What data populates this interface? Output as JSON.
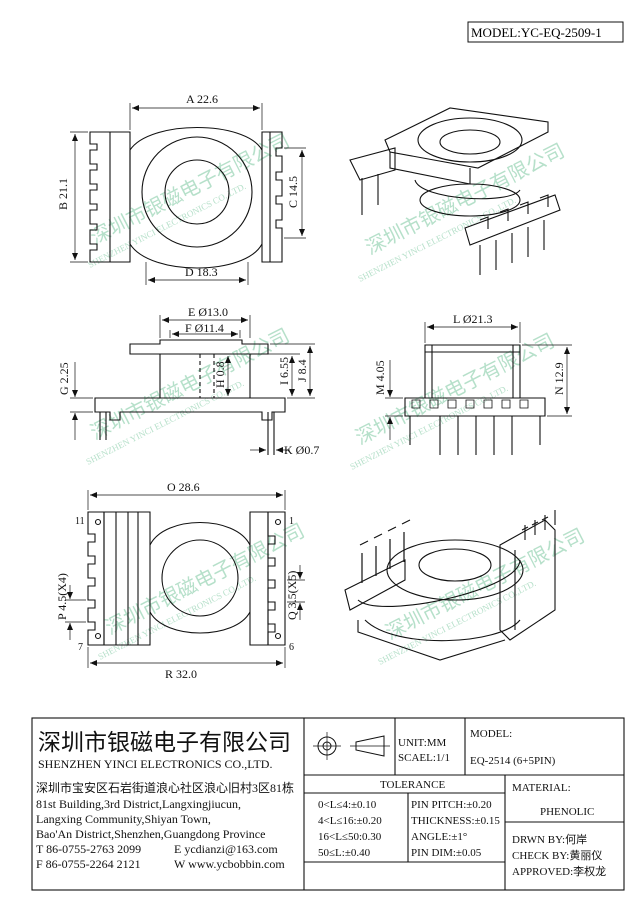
{
  "model_header": "MODEL:YC-EQ-2509-1",
  "watermark": {
    "cn": "深圳市银磁电子有限公司",
    "en": "SHENZHEN YINCI ELECTRONICS CO.,LTD."
  },
  "dimensions": {
    "A": "A 22.6",
    "B": "B 21.1",
    "C": "C 14.5",
    "D": "D 18.3",
    "E": "E Ø13.0",
    "F": "F Ø11.4",
    "G": "G 2.25",
    "H": "H 0.8",
    "I": "I 6.55",
    "J": "J 8.4",
    "K": "K Ø0.7",
    "L": "L Ø21.3",
    "M": "M 4.05",
    "N": "N 12.9",
    "O": "O 28.6",
    "P": "P 4.5(X4)",
    "Q": "Q 3.5(X5)",
    "R": "R 32.0"
  },
  "pin_labels": {
    "p11": "11",
    "p1": "1",
    "p7": "7",
    "p6": "6"
  },
  "title_block": {
    "company_cn": "深圳市银磁电子有限公司",
    "company_en": "SHENZHEN YINCI ELECTRONICS CO.,LTD.",
    "address_cn": "深圳市宝安区石岩街道浪心社区浪心旧村3区81栋",
    "address_en_1": "81st Building,3rd District,Langxingjiucun,",
    "address_en_2": "Langxing Community,Shiyan Town,",
    "address_en_3": "Bao'An District,Shenzhen,Guangdong Province",
    "tel": "T 86-0755-2763 2099",
    "email": "E ycdianzi@163.com",
    "fax": "F 86-0755-2264 2121",
    "web": "W www.ycbobbin.com",
    "unit": "UNIT:MM",
    "scale": "SCAEL:1/1",
    "model_label": "MODEL:",
    "model_value": "EQ-2514 (6+5PIN)",
    "tolerance_title": "TOLERANCE",
    "tolerances": [
      "0<L≤4:±0.10",
      "4<L≤16:±0.20",
      "16<L≤50:0.30",
      "50≤L:±0.40"
    ],
    "specs": [
      "PIN PITCH:±0.20",
      "THICKNESS:±0.15",
      "ANGLE:±1°",
      "PIN DIM:±0.05"
    ],
    "material_label": "MATERIAL:",
    "material_value": "PHENOLIC",
    "drawn_by": "DRWN BY:何岸",
    "check_by": "CHECK BY:黄丽仪",
    "approved": "APPROVED:李权龙"
  }
}
